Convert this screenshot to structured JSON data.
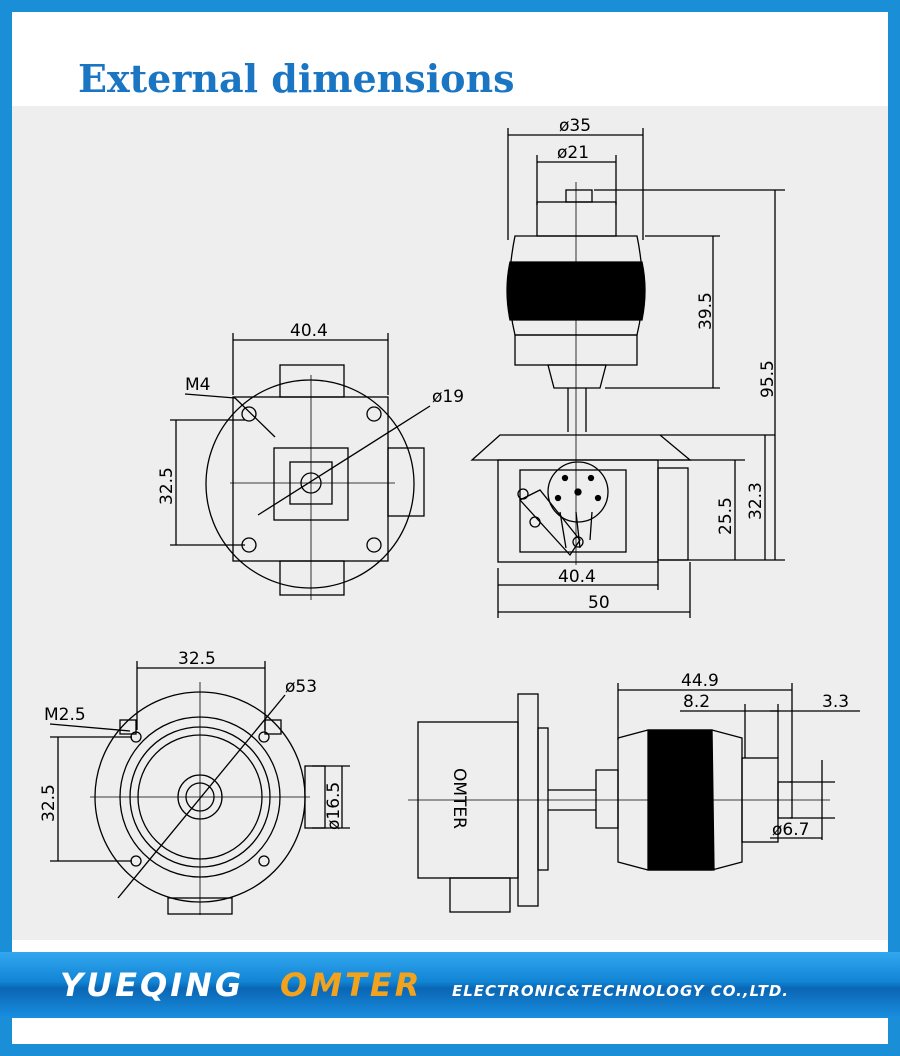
{
  "page": {
    "title": "External dimensions",
    "brand_name": "YUEQING",
    "brand_accent": "OMTER",
    "brand_tagline": "ELECTRONIC&TECHNOLOGY  CO.,LTD.",
    "colors": {
      "frame": "#1a8fd8",
      "title": "#1a76c2",
      "accent": "#f2a21c"
    }
  },
  "labels": {
    "top_phi35": "ø35",
    "top_phi21": "ø21",
    "dim_39_5": "39.5",
    "dim_95_5": "95.5",
    "front_40_4": "40.4",
    "front_m4": "M4",
    "front_phi19": "ø19",
    "front_32_5": "32.5",
    "side_40_4": "40.4",
    "side_50": "50",
    "side_25_5": "25.5",
    "side_32_3": "32.3",
    "rear_32_5_h": "32.5",
    "rear_phi53": "ø53",
    "rear_m2_5": "M2.5",
    "rear_32_5_v": "32.5",
    "rear_phi16_5": "ø16.5",
    "housing_text": "OMTER",
    "knob_44_9": "44.9",
    "knob_8_2": "8.2",
    "knob_3_3": "3.3",
    "knob_phi6_7": "ø6.7"
  }
}
